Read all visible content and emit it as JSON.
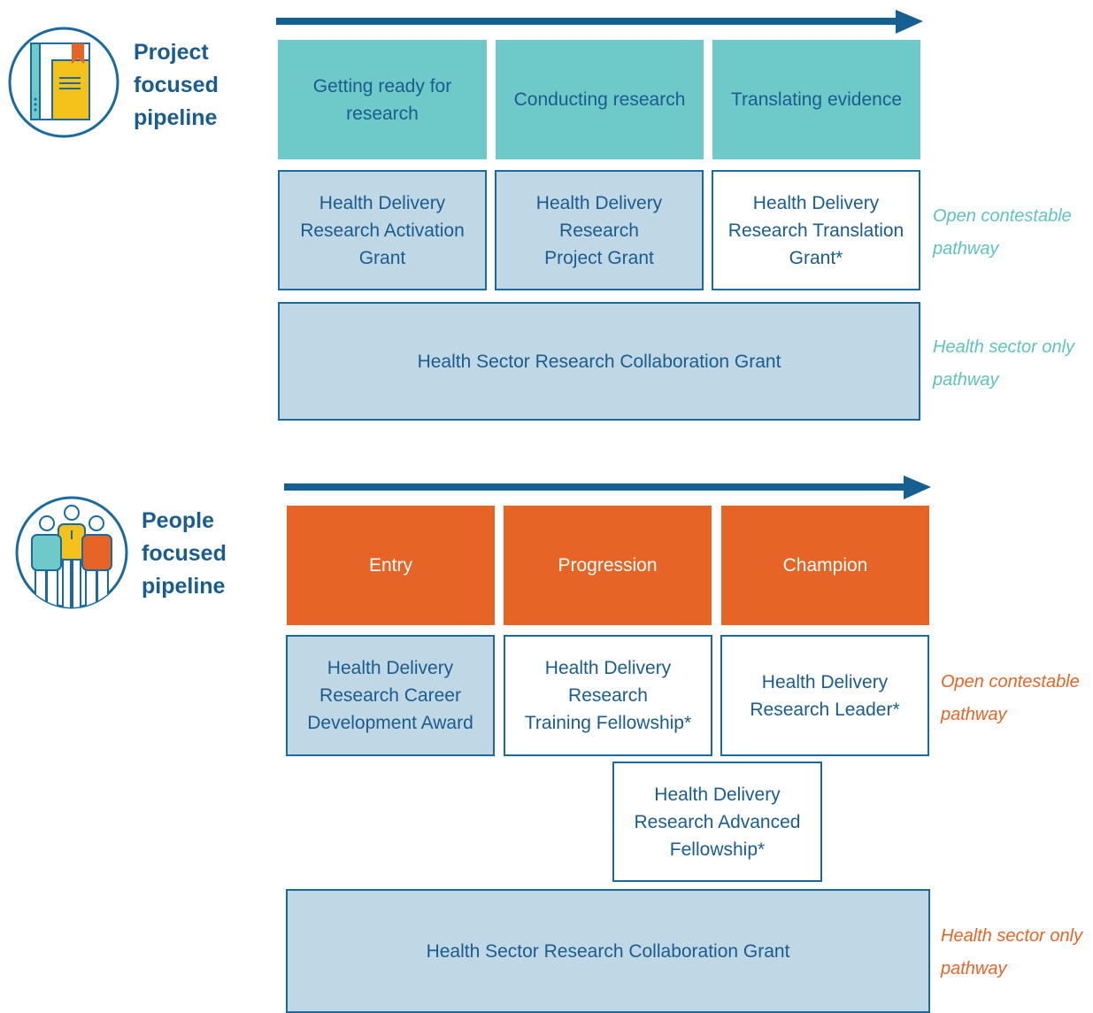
{
  "colors": {
    "navy": "#1a5c8e",
    "arrow": "#155f93",
    "teal": "#6ecac8",
    "orange": "#e66526",
    "light_blue": "#c0d7e6",
    "note_teal": "#5ec3c0"
  },
  "project": {
    "icon": "book-icon",
    "title": "Project\nfocused\npipeline",
    "stages": [
      "Getting ready for\nresearch",
      "Conducting research",
      "Translating evidence"
    ],
    "grants": [
      "Health Delivery\nResearch Activation\nGrant",
      "Health Delivery\nResearch\nProject Grant",
      "Health Delivery\nResearch Translation\nGrant*"
    ],
    "collaboration": "Health Sector Research Collaboration Grant",
    "open_note": "Open contestable\npathway",
    "sector_note": "Health sector only\npathway"
  },
  "people": {
    "icon": "people-icon",
    "title": "People\nfocused\npipeline",
    "stages": [
      "Entry",
      "Progression",
      "Champion"
    ],
    "grants": [
      "Health Delivery\nResearch Career\nDevelopment Award",
      "Health Delivery\nResearch\nTraining Fellowship*",
      "Health Delivery\nResearch Leader*"
    ],
    "advanced": "Health Delivery\nResearch Advanced\nFellowship*",
    "collaboration": "Health Sector Research Collaboration Grant",
    "open_note": "Open contestable\npathway",
    "sector_note": "Health sector only\npathway"
  }
}
